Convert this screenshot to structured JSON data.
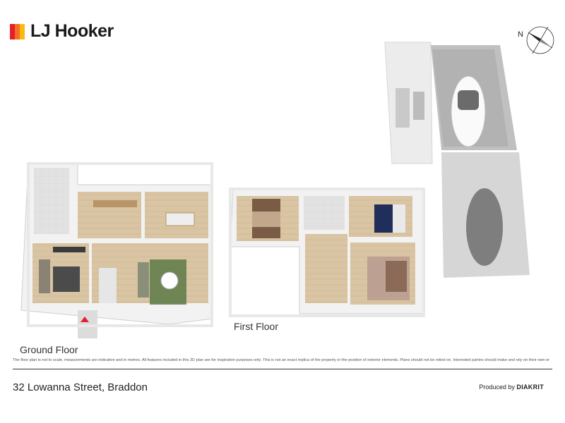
{
  "brand": {
    "name": "LJ Hooker",
    "colors": {
      "red": "#e4202a",
      "orange": "#f37021",
      "yellow": "#fdb913"
    }
  },
  "compass": {
    "label": "N",
    "icon": "compass-icon"
  },
  "floors": {
    "ground": "Ground Floor",
    "first": "First Floor"
  },
  "disclaimer": "The floor plan is not to scale, measurements are indicative and in metres. All features included in this 3D plan are for inspiration purposes only. This is not an exact replica of the property or the position of exterior elements. Plans should not be relied on. Interested parties should make and rely on their own enquiries.",
  "address": "32 Lowanna Street, Braddon",
  "producer": {
    "prefix": "Produced by",
    "name": "DIAKRIT"
  }
}
